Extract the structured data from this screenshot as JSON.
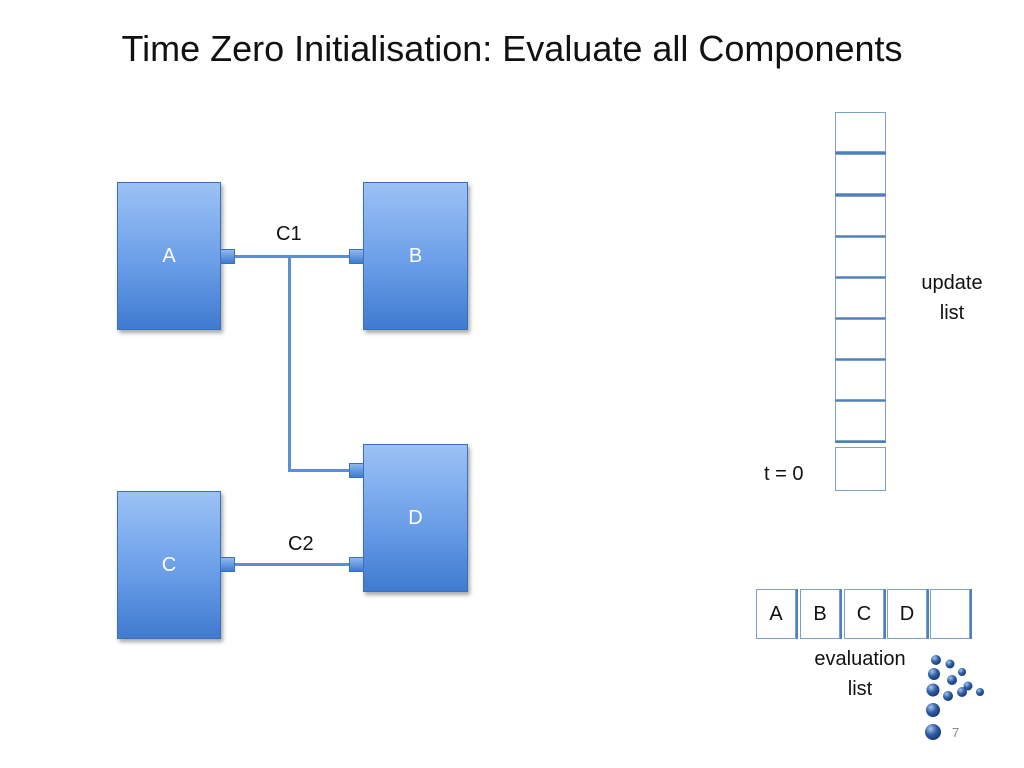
{
  "title": "Time Zero Initialisation: Evaluate all Components",
  "components": {
    "a": "A",
    "b": "B",
    "c": "C",
    "d": "D"
  },
  "connections": {
    "c1": "C1",
    "c2": "C2"
  },
  "update_list": {
    "label_line1": "update",
    "label_line2": "list",
    "time_label": "t = 0",
    "slot_count": 9
  },
  "evaluation_list": {
    "items": [
      "A",
      "B",
      "C",
      "D",
      ""
    ],
    "label_line1": "evaluation",
    "label_line2": "list"
  },
  "page_number": "7",
  "colors": {
    "component_fill": "#6a9ee8",
    "wire": "#5b8ed4",
    "cell_border": "#7fa0c8"
  }
}
